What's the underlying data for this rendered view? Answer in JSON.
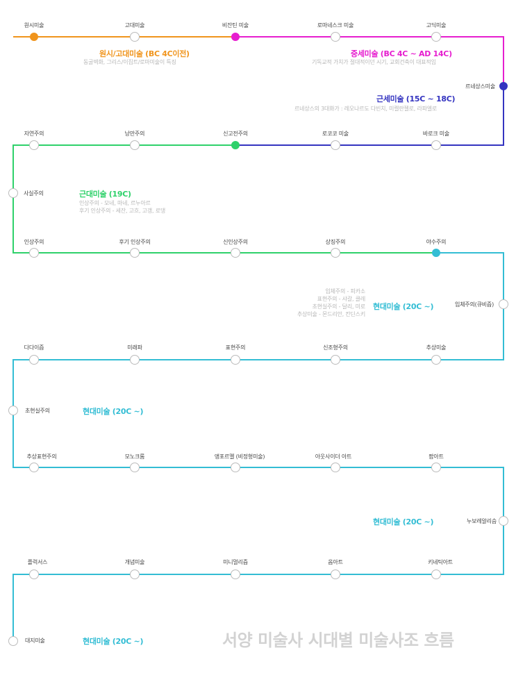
{
  "title": "서양 미술사 시대별 미술사조 흐름",
  "colors": {
    "primitive": "#f0941c",
    "medieval": "#e61ecf",
    "early_modern": "#3434c0",
    "modern": "#2ed16a",
    "contemporary": "#33bdd4",
    "hollow": "#bbbbbb"
  },
  "rows": [
    {
      "items": [
        "원시미술",
        "고대미술",
        "비잔틴 미술",
        "로마네스크 미술",
        "고딕미술"
      ]
    },
    {
      "items": [
        "자연주의",
        "낭만주의",
        "신고전주의",
        "로코코 미술",
        "바로크 미술"
      ]
    },
    {
      "items": [
        "인상주의",
        "후기 인상주의",
        "신인상주의",
        "상징주의",
        "야수주의"
      ]
    },
    {
      "items": [
        "다다이즘",
        "미래파",
        "표현주의",
        "신조형주의",
        "추상미술"
      ]
    },
    {
      "items": [
        "추상표현주의",
        "모노크롬",
        "앵포르멜 (비정형미술)",
        "아웃사이더 아트",
        "팝아트"
      ]
    },
    {
      "items": [
        "플럭서스",
        "개념미술",
        "미니멀리즘",
        "옵아트",
        "키네틱아트"
      ]
    }
  ],
  "side": {
    "renaissance": "르네상스미술",
    "realism": "사실주의",
    "cubism": "입체주의(큐비즘)",
    "surrealism": "초현실주의",
    "nouveau_realisme": "누보레알리슴",
    "earth_art": "대지미술"
  },
  "eras": {
    "primitive": {
      "title": "원시/고대미술 (BC 4C이전)",
      "desc": [
        "동굴벽화, 그리스/이집트/로마미술이 특징"
      ]
    },
    "medieval": {
      "title": "중세미술 (BC 4C  ~ AD 14C)",
      "desc": [
        "기독교적 가치가 절대적이던 시기, 교회건축이 대표적임"
      ]
    },
    "early_modern": {
      "title": "근세미술 (15C ~ 18C)",
      "desc": [
        "르네상스의 3대화가 : 레오나르도 다빈치, 미켈란젤로, 라파엘로"
      ]
    },
    "modern": {
      "title": "근대미술 (19C)",
      "desc": [
        "인상주의 - 모네, 마네, 르누아르",
        "후기 인상주의 - 세잔, 고흐, 고갱, 로댕"
      ]
    },
    "contemporary1": {
      "title": "현대미술 (20C ~)",
      "desc": [
        "입체주의 - 피카소",
        "표현주의 - 샤갈, 클레",
        "초현실주의 - 달리, 미로",
        "추상미술 - 몬드리안, 칸딘스키"
      ]
    },
    "contemporary2": {
      "title": "현대미술 (20C ~)"
    },
    "contemporary3": {
      "title": "현대미술 (20C ~)"
    },
    "contemporary4": {
      "title": "현대미술 (20C ~)"
    }
  }
}
